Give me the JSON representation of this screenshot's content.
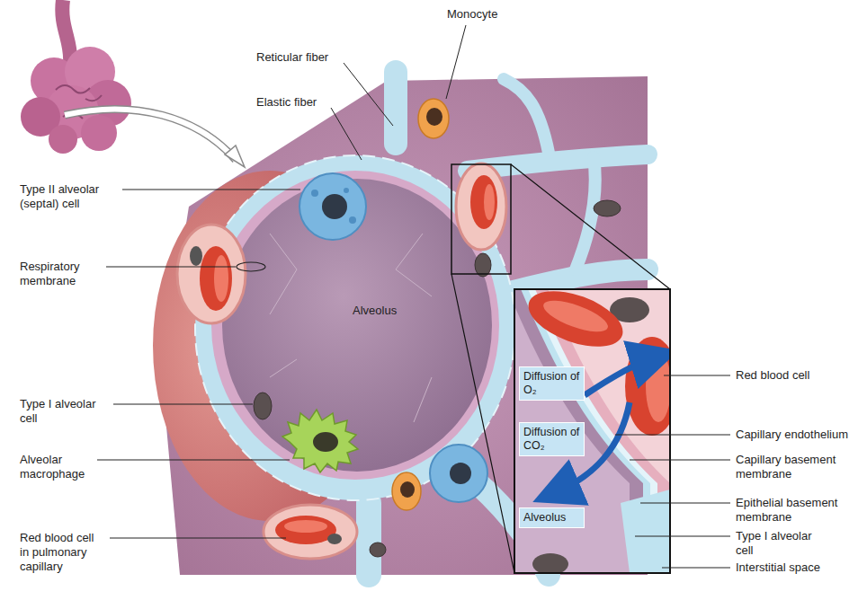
{
  "diagram": {
    "nodes": [
      {
        "text": [
          "Diffusion of O₂"
        ]
      },
      {
        "text": [
          "Diffusion of CO₂"
        ]
      },
      {
        "text": [
          "Alveolus"
        ]
      }
    ],
    "labels": [
      "Monocyte",
      "Reticular fiber",
      "Elastic fiber",
      "Type II alveolar (septal) cell",
      "Respiratory membrane",
      "Alveolus",
      "Type I alveolar cell",
      "Alveolar macrophage",
      "Red blood cell in pulmonary capillary",
      "Red blood cell",
      "Capillary endothelium",
      "Capillary basement membrane",
      "Epithelial basement membrane",
      "Type I alveolar cell",
      "Interstitial space"
    ]
  }
}
